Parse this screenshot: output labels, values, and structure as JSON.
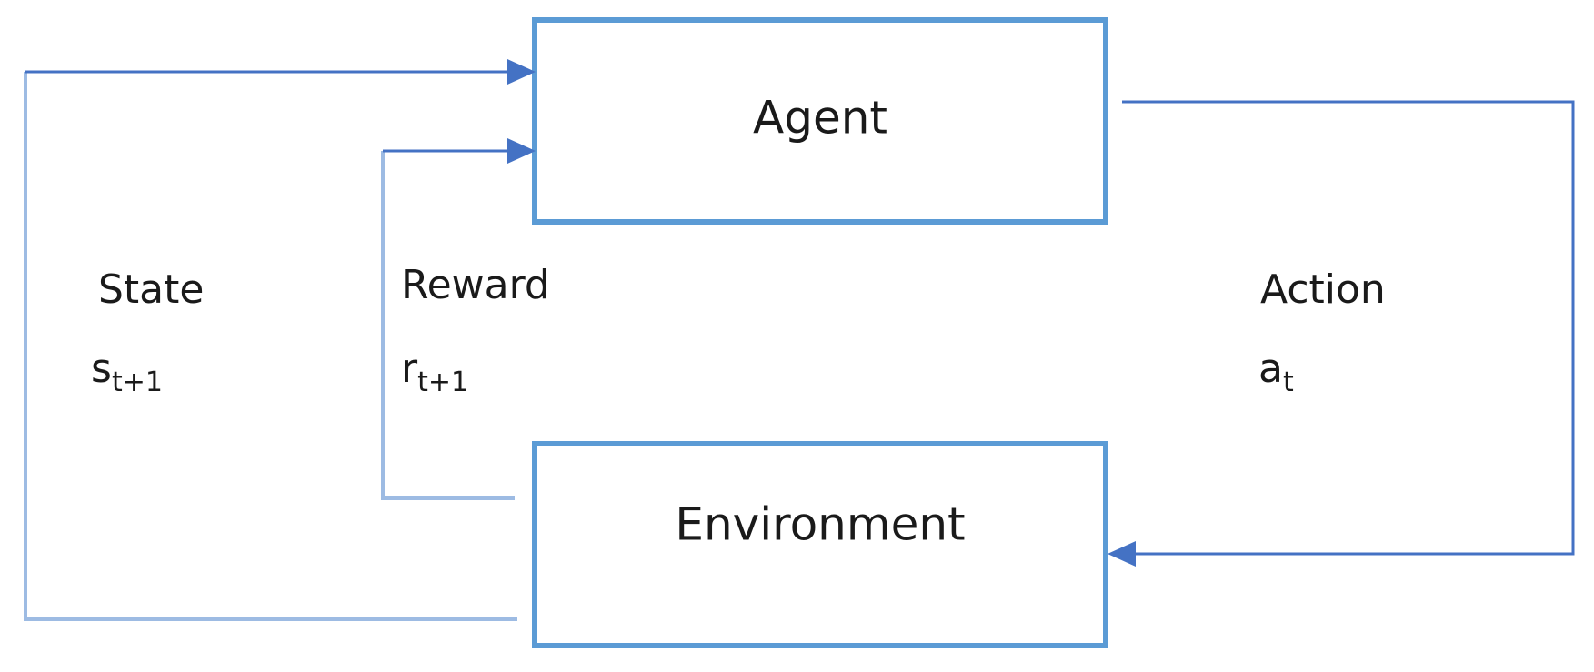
{
  "colors": {
    "box_border": "#5b9bd5",
    "arrow_dark": "#4472c4",
    "arrow_light": "#9dbbe3",
    "text": "#1a1a1a",
    "background": "#ffffff"
  },
  "nodes": {
    "agent": {
      "label": "Agent"
    },
    "environment": {
      "label": "Environment"
    }
  },
  "edges": {
    "state": {
      "label": "State",
      "symbol": "s",
      "subscript": "t+1"
    },
    "reward": {
      "label": "Reward",
      "symbol": "r",
      "subscript": "t+1"
    },
    "action": {
      "label": "Action",
      "symbol": "a",
      "subscript": "t"
    }
  }
}
